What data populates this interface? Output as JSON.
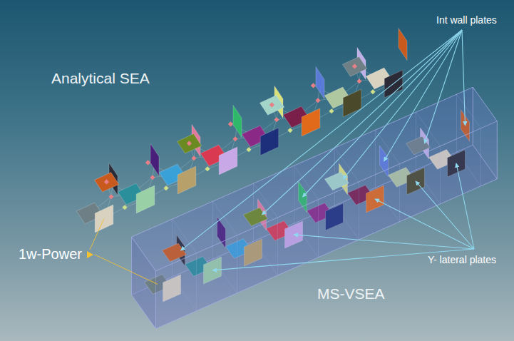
{
  "diagram": {
    "labels": [
      "Int wall plates",
      "Analytical SEA",
      "1w-Power",
      "Y- lateral plates",
      "MS-VSEA"
    ]
  }
}
